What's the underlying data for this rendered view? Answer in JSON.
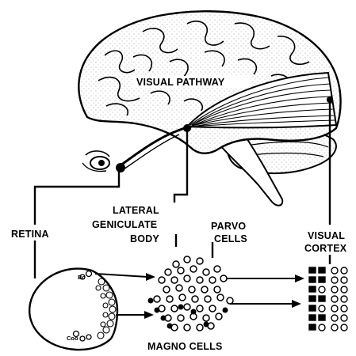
{
  "diagram": {
    "labels": {
      "visual_pathway": "VISUAL PATHWAY",
      "lateral": "LATERAL",
      "geniculate": "GENICULATE",
      "body": "BODY",
      "retina": "RETINA",
      "parvo": "PARVO",
      "cells": "CELLS",
      "visual": "VISUAL",
      "cortex": "CORTEX",
      "magno_cells": "MAGNO CELLS",
      "eye_top_cells": "Bc",
      "eye_bottom_cells": "Coo"
    },
    "colors": {
      "ink": "#000000",
      "paper": "#ffffff",
      "stipple": "#7a7a7a"
    }
  }
}
